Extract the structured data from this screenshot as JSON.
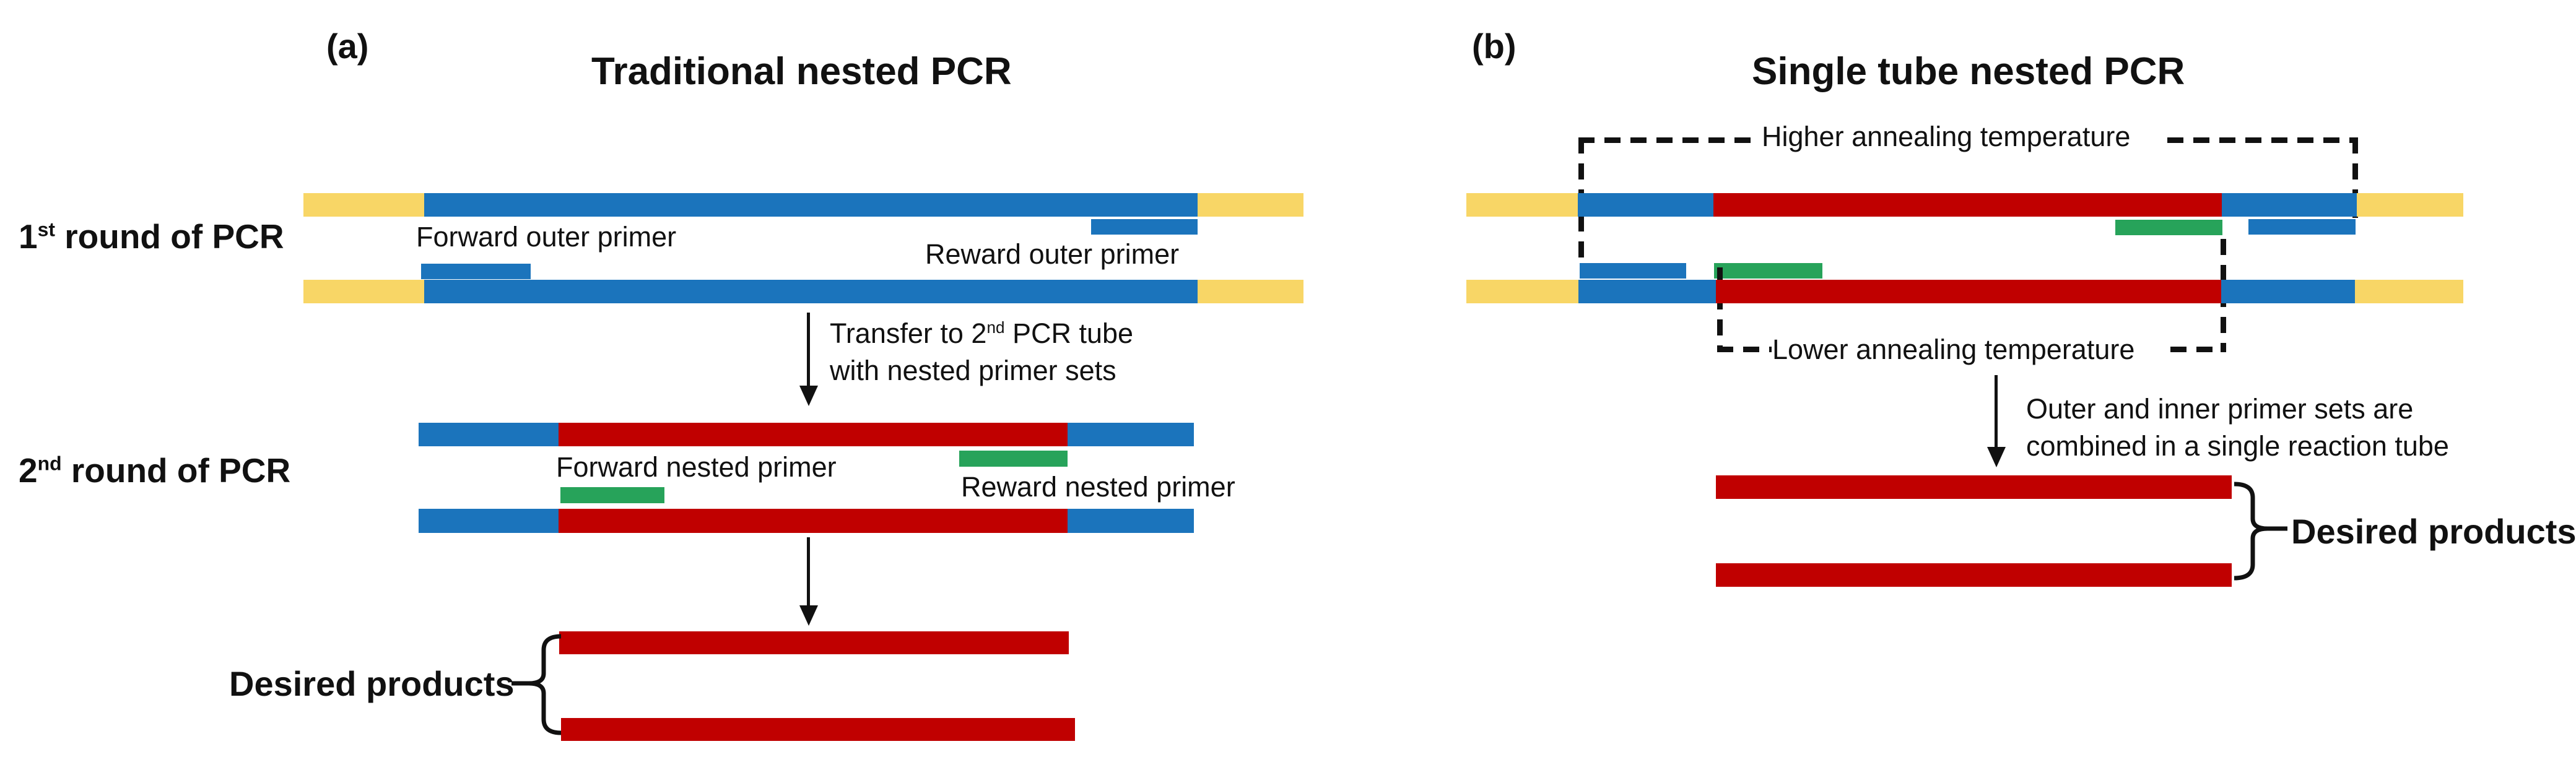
{
  "figure": {
    "type": "scientific-diagram",
    "topic": "Comparison of traditional nested PCR and single tube nested PCR"
  },
  "colors": {
    "ink": "#111111",
    "flanking_yellow": "#f8d666",
    "outer_primer_blue": "#1b74bc",
    "inner_product_red": "#c00000",
    "nested_primer_green": "#27a35a"
  },
  "panel_a": {
    "tag": "(a)",
    "title": "Traditional nested PCR",
    "round1_label": {
      "num": "1",
      "sup": "st",
      "rest": " round of PCR"
    },
    "round2_label": {
      "num": "2",
      "sup": "nd",
      "rest": " round of PCR"
    },
    "forward_outer_label": "Forward outer primer",
    "reward_outer_label": "Reward outer primer",
    "transfer_note": {
      "line1_pre": "Transfer to 2",
      "line1_sup": "nd",
      "line1_post": " PCR tube",
      "line2": "with nested primer sets"
    },
    "forward_nested_label": "Forward nested primer",
    "reward_nested_label": "Reward nested primer",
    "desired_label": "Desired products",
    "round1_strand_segments": [
      "yellow",
      "blue",
      "yellow"
    ],
    "round2_strand_segments": [
      "blue",
      "red",
      "blue"
    ],
    "desired_product_color": "red"
  },
  "panel_b": {
    "tag": "(b)",
    "title": "Single tube nested PCR",
    "higher_annealing_label": "Higher annealing temperature",
    "lower_annealing_label": "Lower annealing temperature",
    "combine_note": {
      "line1": "Outer and inner primer sets are",
      "line2": "combined in a single reaction tube"
    },
    "desired_label": "Desired products",
    "strand_segments": [
      "yellow",
      "blue",
      "red",
      "blue",
      "yellow"
    ],
    "desired_product_color": "red"
  }
}
